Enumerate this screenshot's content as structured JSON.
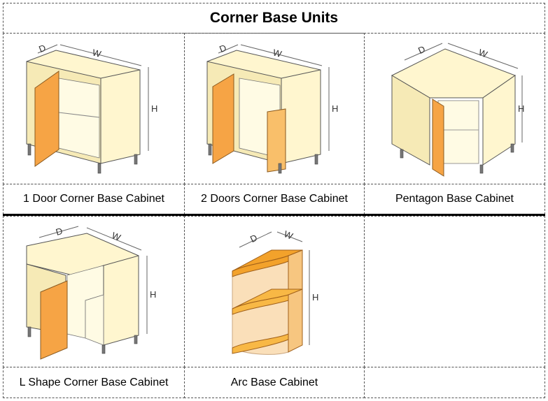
{
  "title": "Corner Base Units",
  "dimension_labels": {
    "depth": "D",
    "width": "W",
    "height": "H"
  },
  "cells": [
    {
      "label": "1 Door Corner Base Cabinet",
      "icon": "one-door-corner-cabinet-icon"
    },
    {
      "label": "2 Doors Corner Base Cabinet",
      "icon": "two-doors-corner-cabinet-icon"
    },
    {
      "label": "Pentagon Base Cabinet",
      "icon": "pentagon-cabinet-icon"
    },
    {
      "label": "L Shape Corner Base Cabinet",
      "icon": "l-shape-cabinet-icon"
    },
    {
      "label": "Arc Base Cabinet",
      "icon": "arc-cabinet-icon"
    },
    {
      "label": "",
      "icon": ""
    }
  ],
  "colors": {
    "carcass": "#fff6cf",
    "door": "#f6a445",
    "arc": "#f3a22b"
  }
}
